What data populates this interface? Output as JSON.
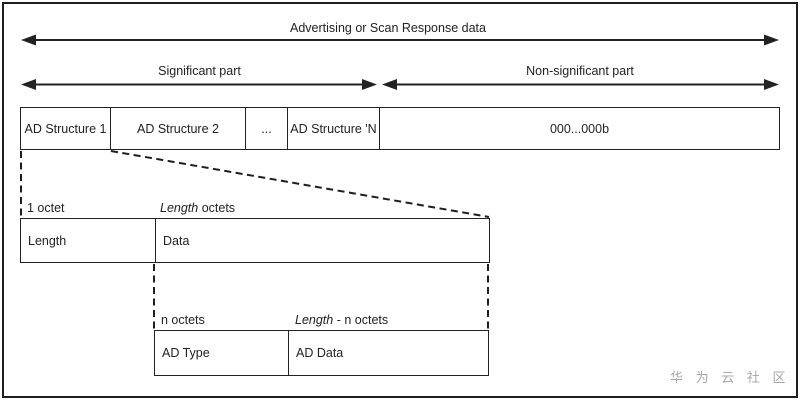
{
  "colors": {
    "ink": "#222222",
    "watermark_gray": "#a8a8a8",
    "background": "#ffffff"
  },
  "top_arrow": {
    "label": "Advertising or Scan Response data"
  },
  "parts": {
    "significant": {
      "label": "Significant part"
    },
    "non_significant": {
      "label": "Non-significant part"
    }
  },
  "ad_structures": {
    "cells": [
      "AD Structure 1",
      "AD Structure 2",
      "...",
      "AD Structure 'N",
      "000...000b"
    ]
  },
  "length_data": {
    "size_labels": {
      "first": "1 octet",
      "second_italic": "Length",
      "second_rest": " octets"
    },
    "cells": [
      "Length",
      "Data"
    ]
  },
  "ad_type_data": {
    "size_labels": {
      "first": "n octets",
      "second_italic": "Length",
      "second_rest": " - n octets"
    },
    "cells": [
      "AD Type",
      "AD Data"
    ]
  },
  "watermark": {
    "text": "华 为 云 社 区"
  }
}
